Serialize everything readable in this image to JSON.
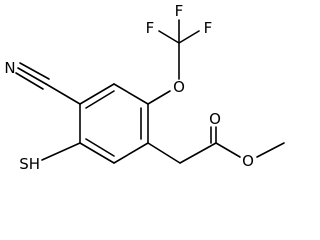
{
  "molecule": {
    "atoms": {
      "f_top": "F",
      "f_left": "F",
      "f_right": "F",
      "o_ether": "O",
      "n_nitrile": "N",
      "o_carbonyl": "O",
      "o_ester": "O",
      "sh": "SH"
    }
  }
}
